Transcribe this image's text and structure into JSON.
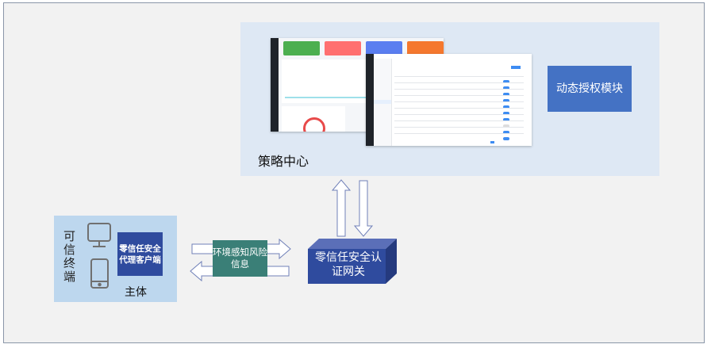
{
  "policy_center": {
    "label": "策略中心"
  },
  "authorization_module": {
    "label": "动态授权模块"
  },
  "subject": {
    "label": "主体",
    "terminal_label": "可信终端",
    "agent_label": "零信任安全代理客户端"
  },
  "env_info": {
    "label": "环境感知风险信息"
  },
  "gateway": {
    "label": "零信任安全认证网关"
  },
  "colors": {
    "policy_bg": "#dee8f4",
    "module": "#4472c4",
    "subject_bg": "#bdd7ee",
    "agent": "#2f4b9e",
    "env": "#3a7f77",
    "gateway": "#2f4b9e"
  }
}
